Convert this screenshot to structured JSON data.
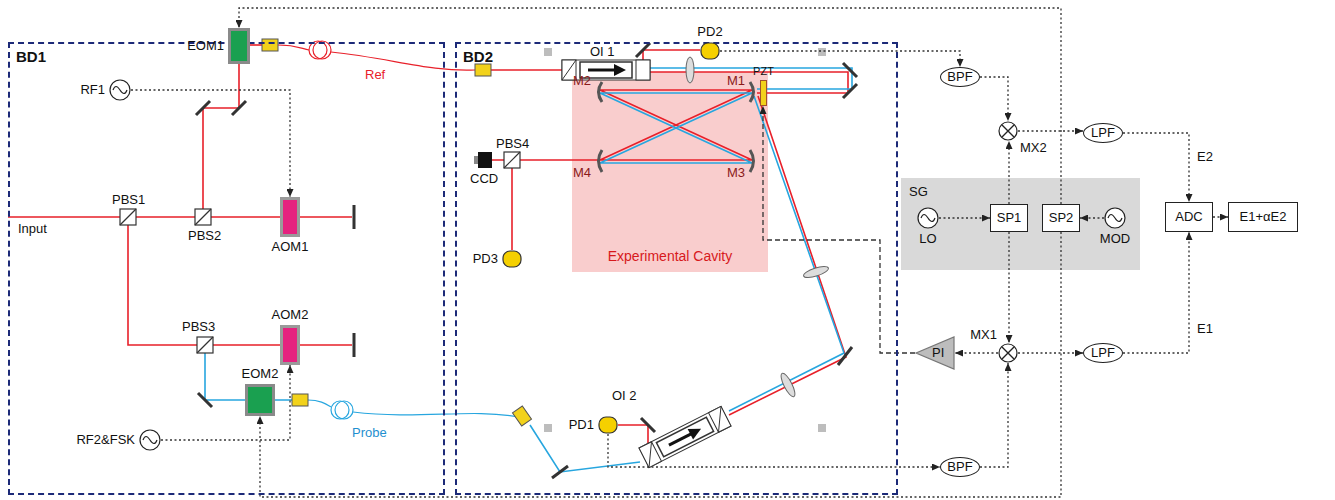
{
  "diagram": {
    "nodes": [
      {
        "text": [
          "BD1"
        ]
      },
      {
        "text": [
          "BD2"
        ]
      },
      {
        "text": [
          "Experimental Cavity"
        ],
        "in": 1
      },
      {
        "text": [
          "SG"
        ]
      },
      {
        "text": [
          "SP1"
        ],
        "in": 3
      },
      {
        "text": [
          "SP2"
        ],
        "in": 3
      },
      {
        "text": [
          "LO"
        ],
        "in": 3
      },
      {
        "text": [
          "MOD"
        ],
        "in": 3
      },
      {
        "text": [
          "ADC"
        ]
      },
      {
        "text": [
          "E1+αE2"
        ]
      },
      {
        "text": [
          "PI"
        ]
      },
      {
        "text": [
          "MX2"
        ]
      },
      {
        "text": [
          "MX1"
        ]
      },
      {
        "text": [
          "BPF"
        ]
      },
      {
        "text": [
          "BPF"
        ]
      },
      {
        "text": [
          "LPF"
        ]
      },
      {
        "text": [
          "LPF"
        ]
      },
      {
        "text": [
          "EOM1"
        ],
        "in": 0
      },
      {
        "text": [
          "EOM2"
        ],
        "in": 0
      },
      {
        "text": [
          "AOM1"
        ],
        "in": 0
      },
      {
        "text": [
          "AOM2"
        ],
        "in": 0
      },
      {
        "text": [
          "RF1"
        ],
        "in": 0
      },
      {
        "text": [
          "RF2&FSK"
        ],
        "in": 0
      },
      {
        "text": [
          "PD1"
        ],
        "in": 1
      },
      {
        "text": [
          "PD2"
        ],
        "in": 1
      },
      {
        "text": [
          "PD3"
        ],
        "in": 1
      },
      {
        "text": [
          "PZT"
        ],
        "in": 2
      }
    ],
    "edges": [
      {
        "from": 21,
        "to": 19,
        "arrow": "to"
      },
      {
        "from": 22,
        "to": 20,
        "arrow": "to"
      },
      {
        "from": 5,
        "to": 17,
        "arrow": "to"
      },
      {
        "from": 5,
        "to": 18,
        "arrow": "to"
      },
      {
        "from": 6,
        "to": 4,
        "arrow": "to"
      },
      {
        "from": 7,
        "to": 5,
        "arrow": "to"
      },
      {
        "from": 4,
        "to": 11,
        "arrow": "to"
      },
      {
        "from": 4,
        "to": 12,
        "arrow": "to"
      },
      {
        "from": 24,
        "to": 13,
        "arrow": "to"
      },
      {
        "from": 23,
        "to": 14,
        "arrow": "to"
      },
      {
        "from": 13,
        "to": 11,
        "arrow": "to"
      },
      {
        "from": 14,
        "to": 12,
        "arrow": "to"
      },
      {
        "from": 11,
        "to": 15,
        "arrow": "to"
      },
      {
        "from": 12,
        "to": 16,
        "arrow": "to"
      },
      {
        "from": 12,
        "to": 10,
        "arrow": "to"
      },
      {
        "from": 10,
        "to": 26,
        "arrow": "to"
      },
      {
        "from": 15,
        "to": 8,
        "label": "E2",
        "arrow": "to"
      },
      {
        "from": 16,
        "to": 8,
        "label": "E1",
        "arrow": "to"
      },
      {
        "from": 8,
        "to": 9,
        "arrow": "to"
      }
    ],
    "labels": [
      "Input",
      "PBS1",
      "PBS2",
      "PBS3",
      "Ref",
      "Probe",
      "OI 1",
      "OI 2",
      "M2",
      "M1",
      "M4",
      "M3",
      "CCD",
      "PBS4"
    ]
  }
}
